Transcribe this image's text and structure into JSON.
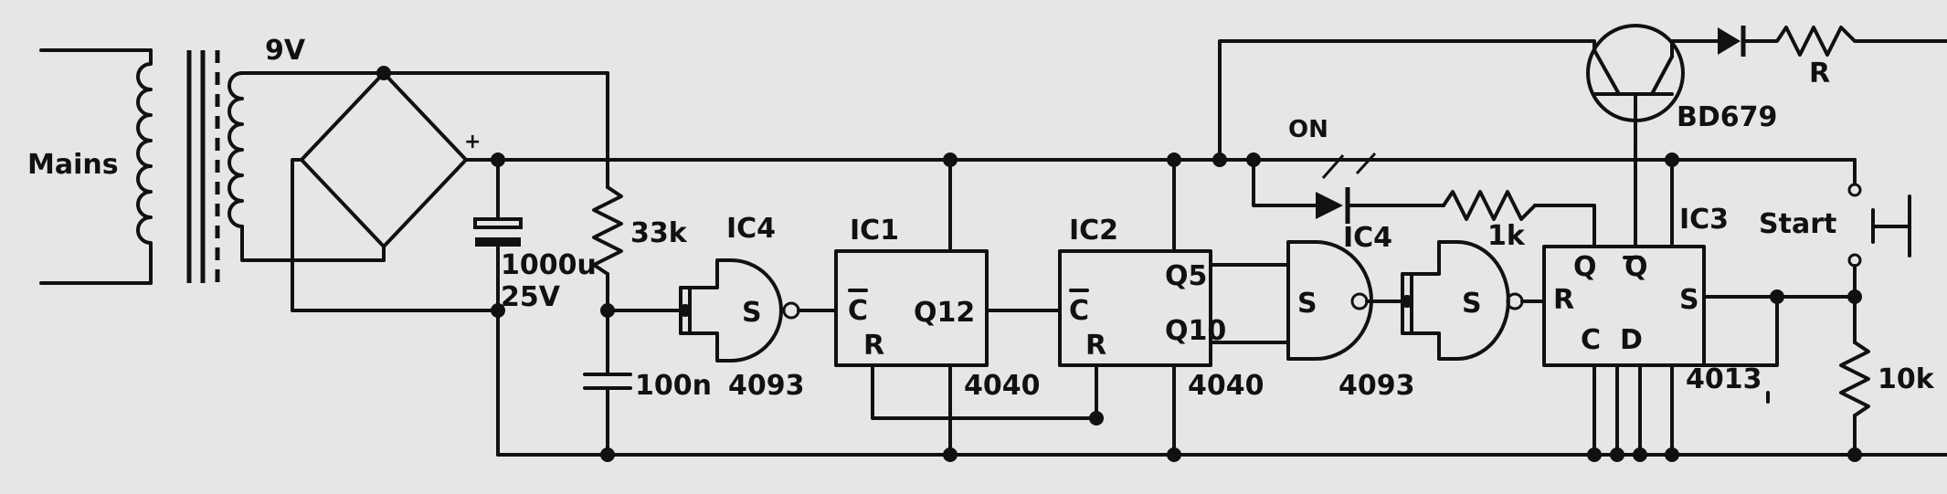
{
  "labels": {
    "mains": "Mains",
    "transformer_voltage": "9V",
    "plus": "+",
    "cap_big_value": "1000u",
    "cap_big_voltage": "25V",
    "res_33k": "33k",
    "cap_100n": "100n",
    "ic4a_name": "IC4",
    "ic4a_gate": "S",
    "ic4a_part": "4093",
    "ic1_name": "IC1",
    "ic1_c": "C",
    "ic1_r": "R",
    "ic1_q": "Q12",
    "ic1_part": "4040",
    "ic2_name": "IC2",
    "ic2_c": "C",
    "ic2_r": "R",
    "ic2_q5": "Q5",
    "ic2_q10": "Q10",
    "ic2_part": "4040",
    "ic4b_name": "IC4",
    "ic4b_gate": "S",
    "ic4c_gate": "S",
    "ic4b_part": "4093",
    "led_label": "ON",
    "res_1k": "1k",
    "ic3_name": "IC3",
    "ic3_q": "Q",
    "ic3_qbar": "Q",
    "ic3_r": "R",
    "ic3_s": "S",
    "ic3_c": "C",
    "ic3_d": "D",
    "ic3_part": "4013",
    "transistor": "BD679",
    "res_r": "R",
    "start": "Start",
    "res_10k": "10k"
  }
}
